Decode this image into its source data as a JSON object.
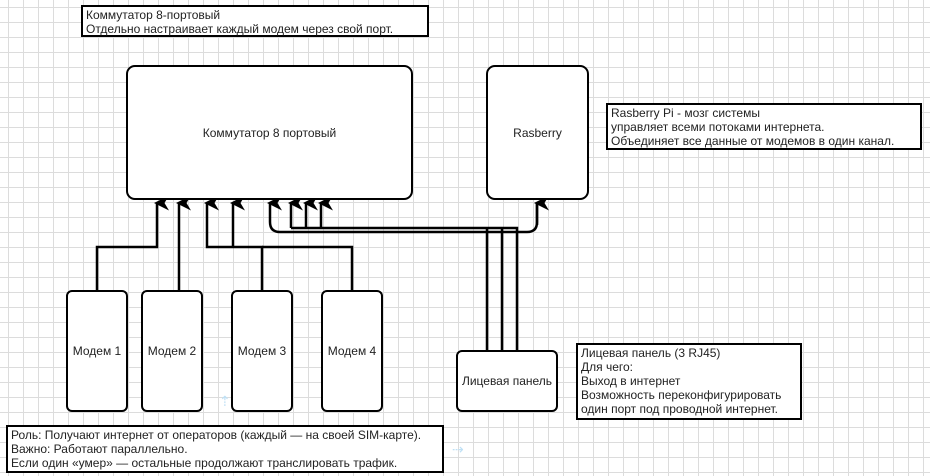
{
  "diagram": {
    "nodes": {
      "switch": {
        "label": "Коммутатор 8 портовый"
      },
      "raspberry": {
        "label": "Rasberry"
      },
      "modem1": {
        "label": "Модем 1"
      },
      "modem2": {
        "label": "Модем 2"
      },
      "modem3": {
        "label": "Модем 3"
      },
      "modem4": {
        "label": "Модем 4"
      },
      "front_panel": {
        "label": "Лицевая панель"
      }
    },
    "notes": {
      "switch_note": {
        "lines": [
          "Коммутатор 8-портовый",
          "Отдельно настраивает каждый модем через свой порт."
        ]
      },
      "raspberry_note": {
        "lines": [
          "Rasberry Pi - мозг системы",
          "управляет всеми потоками интернета.",
          "Объединяет все данные от модемов в один канал."
        ]
      },
      "front_panel_note": {
        "lines": [
          "Лицевая панель (3 RJ45)",
          "Для чего:",
          "Выход в интернет",
          "Возможность переконфигурировать",
          "один порт под проводной интернет."
        ]
      },
      "modems_note": {
        "lines": [
          "Роль: Получают интернет от операторов (каждый — на своей SIM-карте).",
          "Важно: Работают параллельно.",
          "Если один «умер» — остальные продолжают транслировать трафик."
        ]
      }
    },
    "colors": {
      "stroke": "#000000",
      "grid": "#dcdcdc",
      "background": "#ffffff"
    }
  }
}
